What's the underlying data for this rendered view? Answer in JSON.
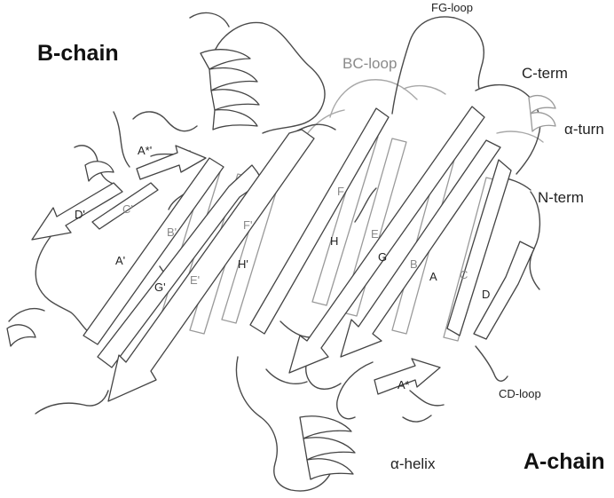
{
  "chain_labels": {
    "b_chain": "B-chain",
    "a_chain": "A-chain"
  },
  "region_labels": {
    "fg_loop": "FG-loop",
    "bc_loop": "BC-loop",
    "c_term": "C-term",
    "alpha_turn": "α-turn",
    "n_term": "N-term",
    "cd_loop": "CD-loop",
    "alpha_helix": "α-helix"
  },
  "strand_labels_a": {
    "a": "A",
    "b": "B",
    "c": "C",
    "d": "D",
    "e": "E",
    "f": "F",
    "g": "G",
    "h": "H",
    "a_star": "A*"
  },
  "strand_labels_b": {
    "a": "A'",
    "b": "B'",
    "c": "C'",
    "d": "D'",
    "e": "E'",
    "f": "F'",
    "g": "G'",
    "h": "H'",
    "a_star": "A*'"
  },
  "colors": {
    "outline": "#444444",
    "light_outline": "#9a9a9a",
    "background": "#ffffff",
    "text": "#222222"
  }
}
